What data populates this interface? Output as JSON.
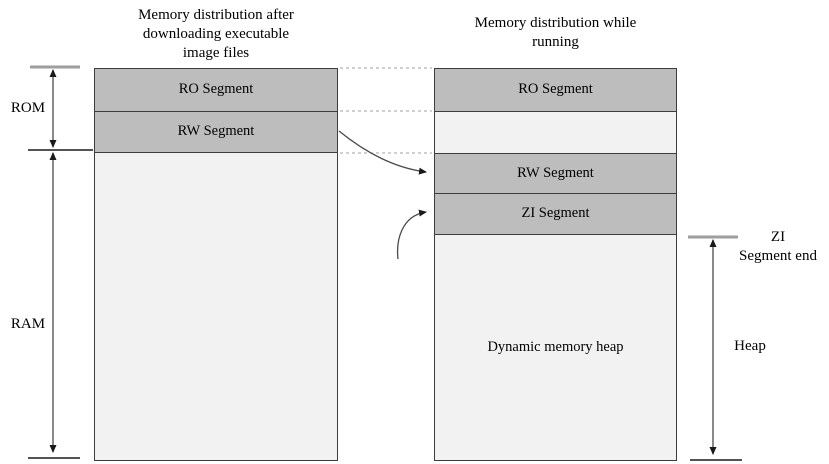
{
  "titles": {
    "left": "Memory distribution after\ndownloading executable\nimage files",
    "right": "Memory distribution while\nrunning"
  },
  "left_column": {
    "segments": [
      {
        "label": "RO Segment"
      },
      {
        "label": "RW Segment"
      },
      {
        "label": ""
      }
    ]
  },
  "right_column": {
    "segments": [
      {
        "label": "RO Segment"
      },
      {
        "label": ""
      },
      {
        "label": "RW Segment"
      },
      {
        "label": "ZI Segment"
      },
      {
        "label": "Dynamic memory heap"
      }
    ]
  },
  "side_labels": {
    "rom": "ROM",
    "ram": "RAM",
    "zi_segment_end": "ZI\nSegment end",
    "heap": "Heap"
  },
  "colors": {
    "segment_gray": "#bdbdbd",
    "segment_light": "#f2f2f2",
    "border": "#3d3d3d",
    "dashed_connector": "#b5b5b5",
    "arrow_line": "#4a4a4a",
    "arrowhead": "#1a1a1a",
    "tick_gray": "#9e9e9e",
    "tick_dark": "#1a1a1a"
  }
}
